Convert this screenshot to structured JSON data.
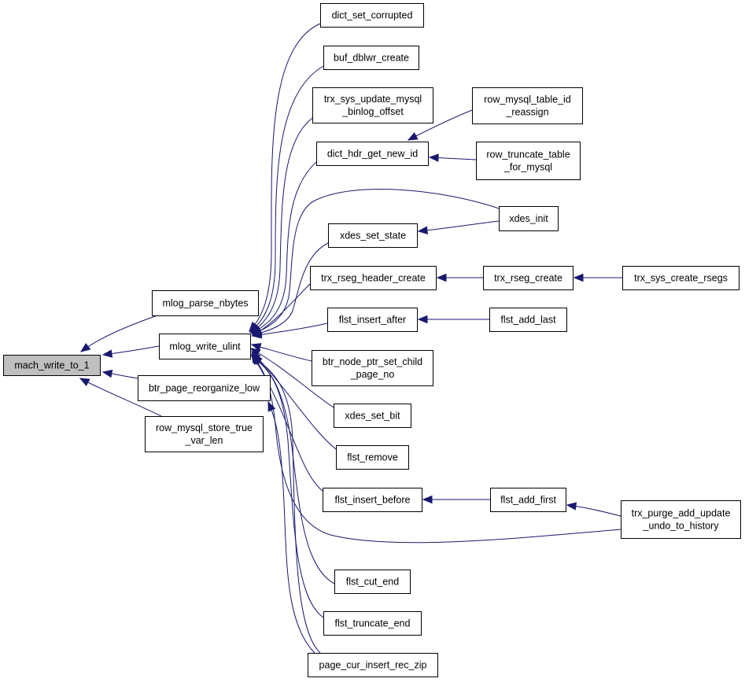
{
  "graph": {
    "edge_color": "#191970",
    "root_fill": "#bfbfbf",
    "node_fill": "#ffffff",
    "nodes": [
      {
        "id": "mach_write_to_1",
        "lines": [
          "mach_write_to_1"
        ],
        "root": true
      },
      {
        "id": "mlog_parse_nbytes",
        "lines": [
          "mlog_parse_nbytes"
        ]
      },
      {
        "id": "mlog_write_ulint",
        "lines": [
          "mlog_write_ulint"
        ]
      },
      {
        "id": "btr_page_reorganize_low",
        "lines": [
          "btr_page_reorganize_low"
        ]
      },
      {
        "id": "row_mysql_store_true_var_len",
        "lines": [
          "row_mysql_store_true",
          "_var_len"
        ]
      },
      {
        "id": "dict_set_corrupted",
        "lines": [
          "dict_set_corrupted"
        ]
      },
      {
        "id": "buf_dblwr_create",
        "lines": [
          "buf_dblwr_create"
        ]
      },
      {
        "id": "trx_sys_update_mysql_binlog_offset",
        "lines": [
          "trx_sys_update_mysql",
          "_binlog_offset"
        ]
      },
      {
        "id": "dict_hdr_get_new_id",
        "lines": [
          "dict_hdr_get_new_id"
        ]
      },
      {
        "id": "xdes_set_state",
        "lines": [
          "xdes_set_state"
        ]
      },
      {
        "id": "trx_rseg_header_create",
        "lines": [
          "trx_rseg_header_create"
        ]
      },
      {
        "id": "flst_insert_after",
        "lines": [
          "flst_insert_after"
        ]
      },
      {
        "id": "btr_node_ptr_set_child_page_no",
        "lines": [
          "btr_node_ptr_set_child",
          "_page_no"
        ]
      },
      {
        "id": "xdes_set_bit",
        "lines": [
          "xdes_set_bit"
        ]
      },
      {
        "id": "flst_remove",
        "lines": [
          "flst_remove"
        ]
      },
      {
        "id": "flst_insert_before",
        "lines": [
          "flst_insert_before"
        ]
      },
      {
        "id": "flst_cut_end",
        "lines": [
          "flst_cut_end"
        ]
      },
      {
        "id": "flst_truncate_end",
        "lines": [
          "flst_truncate_end"
        ]
      },
      {
        "id": "page_cur_insert_rec_zip",
        "lines": [
          "page_cur_insert_rec_zip"
        ]
      },
      {
        "id": "row_mysql_table_id_reassign",
        "lines": [
          "row_mysql_table_id",
          "_reassign"
        ]
      },
      {
        "id": "row_truncate_table_for_mysql",
        "lines": [
          "row_truncate_table",
          "_for_mysql"
        ]
      },
      {
        "id": "xdes_init",
        "lines": [
          "xdes_init"
        ]
      },
      {
        "id": "trx_rseg_create",
        "lines": [
          "trx_rseg_create"
        ]
      },
      {
        "id": "flst_add_last",
        "lines": [
          "flst_add_last"
        ]
      },
      {
        "id": "flst_add_first",
        "lines": [
          "flst_add_first"
        ]
      },
      {
        "id": "trx_purge_add_update_undo_to_history",
        "lines": [
          "trx_purge_add_update",
          "_undo_to_history"
        ]
      },
      {
        "id": "trx_sys_create_rsegs",
        "lines": [
          "trx_sys_create_rsegs"
        ]
      }
    ],
    "edges": [
      {
        "from": "mlog_parse_nbytes",
        "to": "mach_write_to_1"
      },
      {
        "from": "mlog_write_ulint",
        "to": "mach_write_to_1"
      },
      {
        "from": "btr_page_reorganize_low",
        "to": "mach_write_to_1"
      },
      {
        "from": "row_mysql_store_true_var_len",
        "to": "mach_write_to_1"
      },
      {
        "from": "dict_set_corrupted",
        "to": "mlog_write_ulint"
      },
      {
        "from": "buf_dblwr_create",
        "to": "mlog_write_ulint"
      },
      {
        "from": "trx_sys_update_mysql_binlog_offset",
        "to": "mlog_write_ulint"
      },
      {
        "from": "dict_hdr_get_new_id",
        "to": "mlog_write_ulint"
      },
      {
        "from": "xdes_init",
        "to": "mlog_write_ulint"
      },
      {
        "from": "xdes_set_state",
        "to": "mlog_write_ulint"
      },
      {
        "from": "trx_rseg_header_create",
        "to": "mlog_write_ulint"
      },
      {
        "from": "flst_insert_after",
        "to": "mlog_write_ulint"
      },
      {
        "from": "btr_node_ptr_set_child_page_no",
        "to": "mlog_write_ulint"
      },
      {
        "from": "xdes_set_bit",
        "to": "mlog_write_ulint"
      },
      {
        "from": "flst_remove",
        "to": "mlog_write_ulint"
      },
      {
        "from": "flst_insert_before",
        "to": "mlog_write_ulint"
      },
      {
        "from": "trx_purge_add_update_undo_to_history",
        "to": "mlog_write_ulint"
      },
      {
        "from": "flst_cut_end",
        "to": "mlog_write_ulint"
      },
      {
        "from": "flst_truncate_end",
        "to": "mlog_write_ulint"
      },
      {
        "from": "page_cur_insert_rec_zip",
        "to": "mlog_write_ulint"
      },
      {
        "from": "page_cur_insert_rec_zip",
        "to": "btr_page_reorganize_low"
      },
      {
        "from": "row_mysql_table_id_reassign",
        "to": "dict_hdr_get_new_id"
      },
      {
        "from": "row_truncate_table_for_mysql",
        "to": "dict_hdr_get_new_id"
      },
      {
        "from": "xdes_init",
        "to": "xdes_set_state"
      },
      {
        "from": "trx_rseg_create",
        "to": "trx_rseg_header_create"
      },
      {
        "from": "flst_add_last",
        "to": "flst_insert_after"
      },
      {
        "from": "flst_add_first",
        "to": "flst_insert_before"
      },
      {
        "from": "trx_purge_add_update_undo_to_history",
        "to": "flst_add_first"
      },
      {
        "from": "trx_sys_create_rsegs",
        "to": "trx_rseg_create"
      }
    ]
  }
}
